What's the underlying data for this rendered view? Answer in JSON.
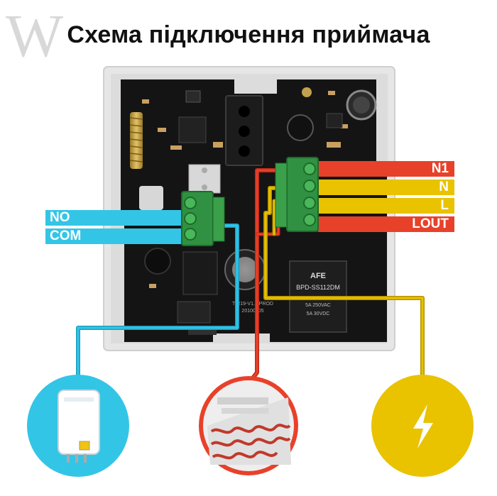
{
  "title": "Схема підключення приймача",
  "watermark": "W",
  "left_labels": [
    "NO",
    "COM"
  ],
  "right_labels": [
    "N1",
    "N",
    "L",
    "LOUT"
  ],
  "pcb_text": {
    "relay_brand": "AFE",
    "relay_model": "BPD-SS112DM",
    "relay_rating_1": "5A 250VAC",
    "relay_rating_2": "5A 30VDC",
    "board_id": "T-R19-V1.0 PROD",
    "board_date": "20100105"
  },
  "colors": {
    "cyan": "#33c5e6",
    "red": "#e8412a",
    "yellow": "#e9c200",
    "pcb": "#151515",
    "terminal": "#3aa14a",
    "case": "#e4e4e4"
  },
  "icons": [
    "boiler-icon",
    "heated-floor-icon",
    "power-lightning-icon"
  ]
}
